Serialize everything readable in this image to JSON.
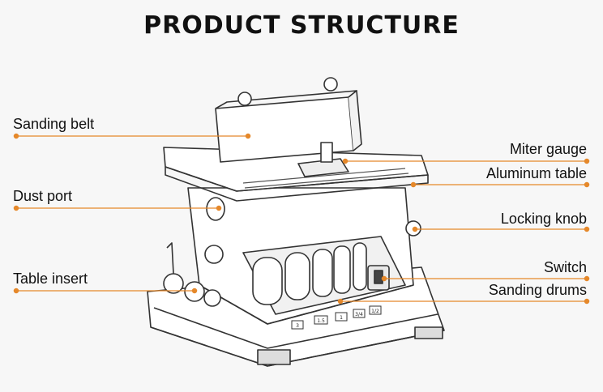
{
  "title": "PRODUCT STRUCTURE",
  "colors": {
    "accent": "#e5882a",
    "line": "#333333",
    "background": "#f7f7f7"
  },
  "labels": {
    "sanding_belt": "Sanding belt",
    "dust_port": "Dust port",
    "table_insert": "Table insert",
    "miter_gauge": "Miter gauge",
    "aluminum_table": "Aluminum table",
    "locking_knob": "Locking knob",
    "switch": "Switch",
    "sanding_drums": "Sanding drums"
  },
  "drum_tags": [
    "3",
    "1.5",
    "1",
    "3/4",
    "1/2"
  ]
}
